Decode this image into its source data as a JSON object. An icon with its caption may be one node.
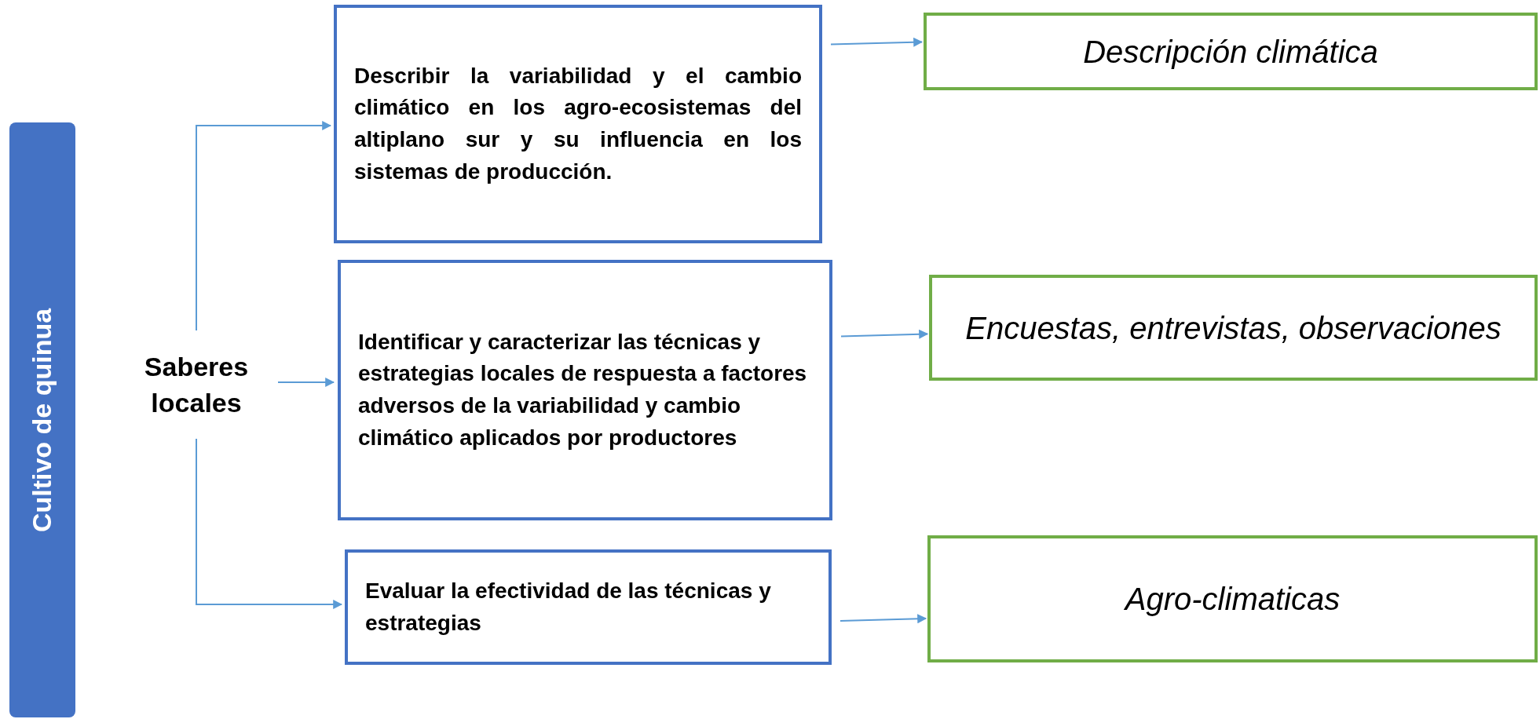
{
  "diagram": {
    "nodes": [
      {
        "text": [
          "Cultivo de quinua"
        ]
      },
      {
        "text": [
          "Saberes locales"
        ]
      },
      {
        "text": [
          "Describir la variabilidad y el cambio climático en los agro-ecosistemas del altiplano sur y su influencia en los sistemas de producción."
        ]
      },
      {
        "text": [
          "Identificar y caracterizar las técnicas y estrategias locales de respuesta a factores adversos de la variabilidad y cambio climático aplicados por productores"
        ]
      },
      {
        "text": [
          "Evaluar la efectividad de las técnicas y estrategias"
        ]
      },
      {
        "text": [
          "Descripción climática"
        ]
      },
      {
        "text": [
          "Encuestas, entrevistas, observaciones"
        ]
      },
      {
        "text": [
          "Agro-climaticas"
        ]
      }
    ],
    "edges": [
      {
        "from": 1,
        "to": 2,
        "arrow": "to"
      },
      {
        "from": 1,
        "to": 3,
        "arrow": "to"
      },
      {
        "from": 1,
        "to": 4,
        "arrow": "to"
      },
      {
        "from": 2,
        "to": 5,
        "arrow": "to"
      },
      {
        "from": 3,
        "to": 6,
        "arrow": "to"
      },
      {
        "from": 4,
        "to": 7,
        "arrow": "to"
      }
    ]
  }
}
